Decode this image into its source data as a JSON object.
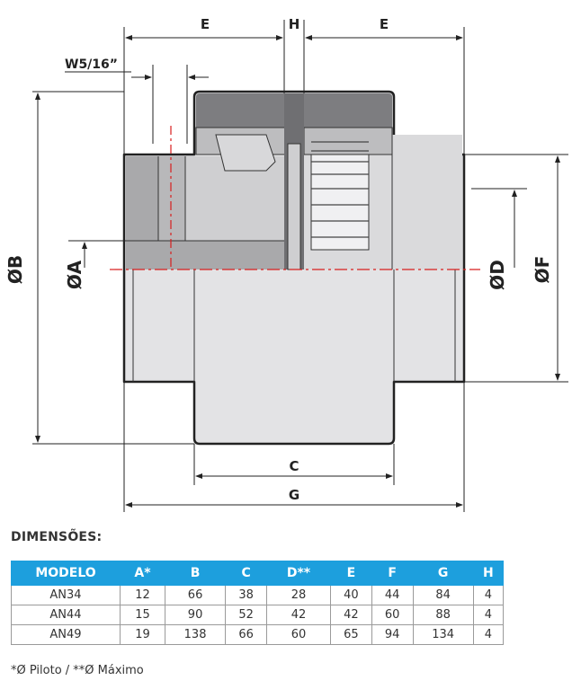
{
  "drawing_labels": {
    "e_left": "E",
    "h": "H",
    "e_right": "E",
    "w": "W5/16”",
    "b": "ØB",
    "a": "ØA",
    "d": "ØD",
    "f": "ØF",
    "c": "C",
    "g": "G"
  },
  "colors": {
    "accent": "#1d9fdd",
    "centerline": "#d81e1e",
    "body": "#d9d9db",
    "dark": "#8a8a8a"
  },
  "section_title": "DIMENSÕES:",
  "table": {
    "headers": [
      "MODELO",
      "A*",
      "B",
      "C",
      "D**",
      "E",
      "F",
      "G",
      "H"
    ],
    "rows": [
      [
        "AN34",
        "12",
        "66",
        "38",
        "28",
        "40",
        "44",
        "84",
        "4"
      ],
      [
        "AN44",
        "15",
        "90",
        "52",
        "42",
        "42",
        "60",
        "88",
        "4"
      ],
      [
        "AN49",
        "19",
        "138",
        "66",
        "60",
        "65",
        "94",
        "134",
        "4"
      ]
    ]
  },
  "footnote": "*Ø Piloto / **Ø Máximo"
}
